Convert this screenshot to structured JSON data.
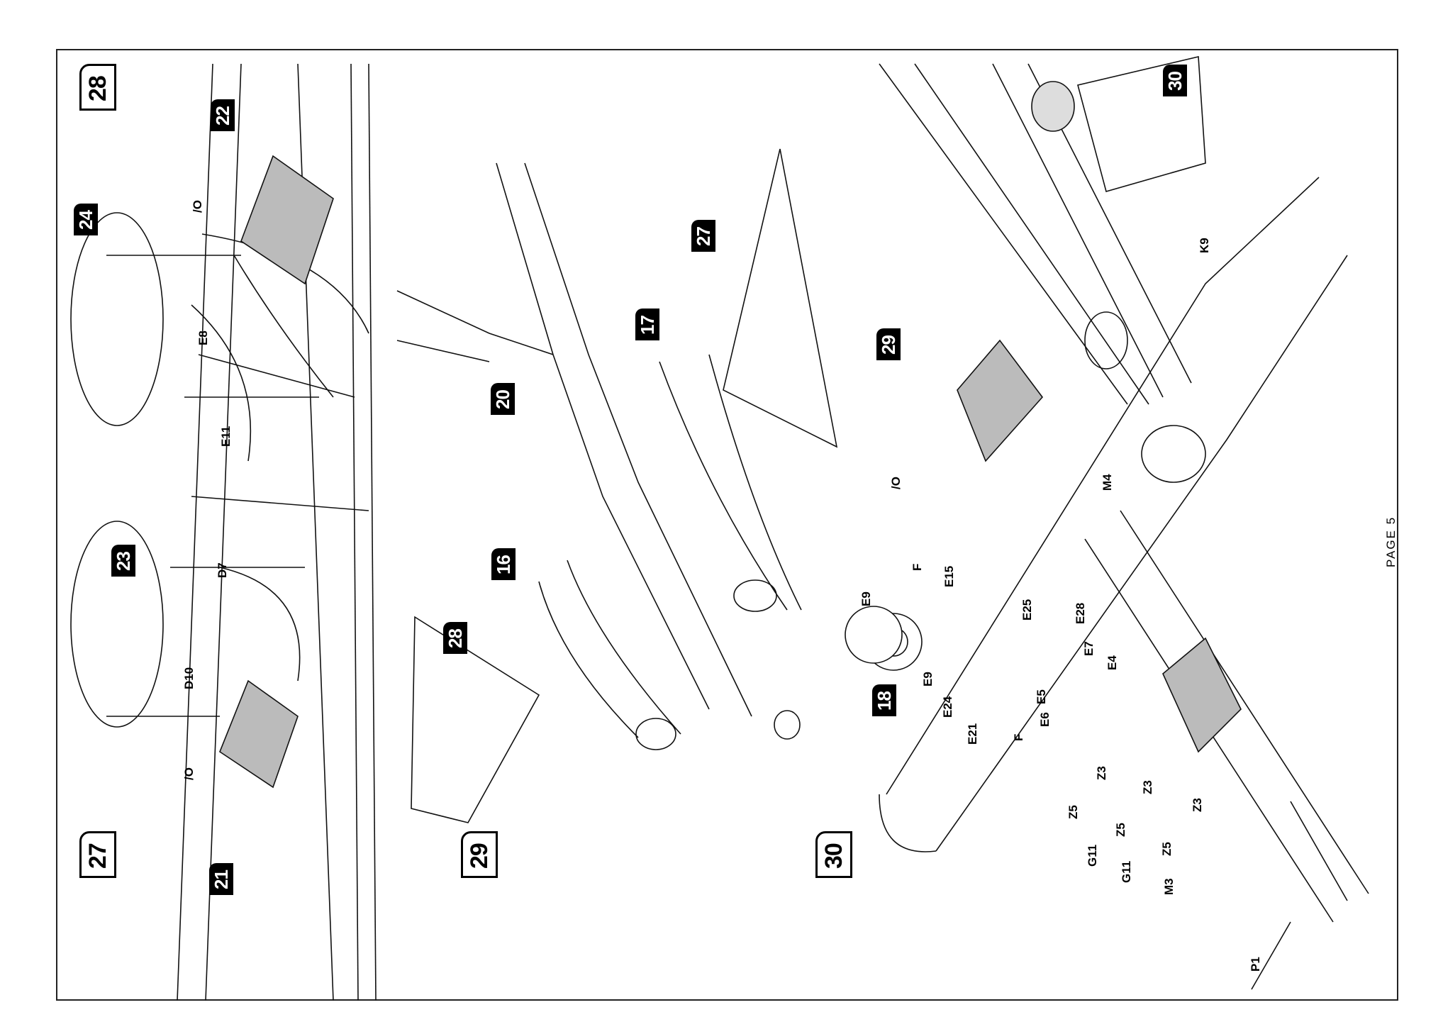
{
  "page": {
    "label": "PAGE 5",
    "orientation": "rotated 90° (landscape content on portrait page)"
  },
  "steps": [
    {
      "number": "27",
      "style": "main",
      "panel": "left-bottom"
    },
    {
      "number": "28",
      "style": "main",
      "panel": "left-top"
    },
    {
      "number": "29",
      "style": "main",
      "panel": "middle"
    },
    {
      "number": "30",
      "style": "main",
      "panel": "right"
    },
    {
      "number": "30",
      "style": "main",
      "panel": "right-top-inset"
    }
  ],
  "sub_steps": [
    {
      "number": "21",
      "panel": "step-27"
    },
    {
      "number": "23",
      "panel": "step-27"
    },
    {
      "number": "22",
      "panel": "step-28"
    },
    {
      "number": "24",
      "panel": "step-28"
    },
    {
      "number": "16",
      "panel": "step-29"
    },
    {
      "number": "17",
      "panel": "step-29"
    },
    {
      "number": "20",
      "panel": "step-29"
    },
    {
      "number": "27",
      "panel": "step-29"
    },
    {
      "number": "28",
      "panel": "step-29"
    },
    {
      "number": "18",
      "panel": "step-30"
    },
    {
      "number": "29",
      "panel": "step-30"
    }
  ],
  "part_labels": {
    "step27": [
      "D10",
      "D7",
      "/O"
    ],
    "step28": [
      "E8",
      "E11",
      "/O"
    ],
    "step30": [
      "E9",
      "F",
      "E15",
      "E25",
      "E28",
      "E9",
      "E24",
      "E7",
      "E4",
      "E5",
      "E21",
      "E6",
      "F",
      "Z3",
      "Z3",
      "Z3",
      "Z5",
      "Z5",
      "Z5",
      "G11",
      "G11",
      "M3",
      "M4",
      "/O",
      "K9",
      "P1"
    ]
  }
}
